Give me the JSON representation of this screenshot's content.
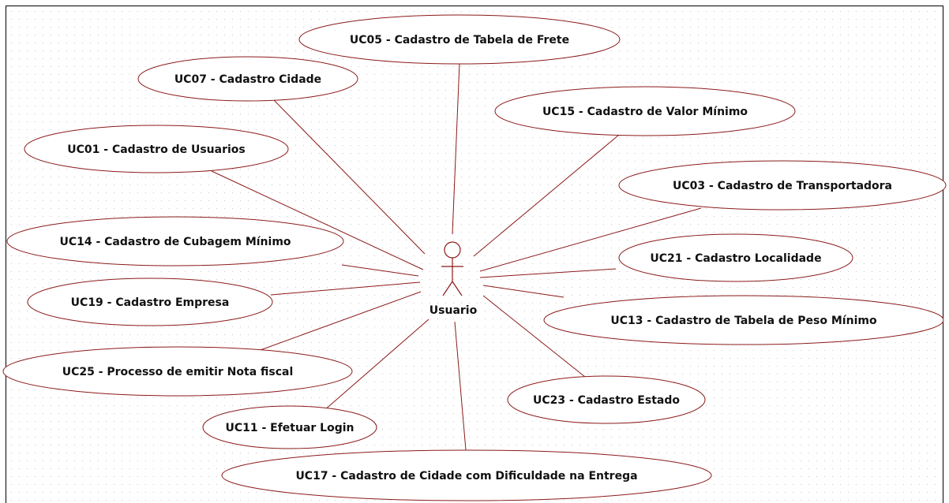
{
  "diagram": {
    "actor": {
      "label": "Usuario"
    },
    "use_cases": [
      {
        "id": "uc05",
        "label": "UC05 - Cadastro de Tabela de Frete"
      },
      {
        "id": "uc07",
        "label": "UC07 - Cadastro Cidade"
      },
      {
        "id": "uc15",
        "label": "UC15 - Cadastro de Valor Mínimo"
      },
      {
        "id": "uc01",
        "label": "UC01 - Cadastro de Usuarios"
      },
      {
        "id": "uc03",
        "label": "UC03 - Cadastro de Transportadora"
      },
      {
        "id": "uc14",
        "label": "UC14 - Cadastro de Cubagem Mínimo"
      },
      {
        "id": "uc21",
        "label": "UC21 - Cadastro Localidade"
      },
      {
        "id": "uc19",
        "label": "UC19 - Cadastro Empresa"
      },
      {
        "id": "uc13",
        "label": "UC13 - Cadastro de Tabela de Peso Mínimo"
      },
      {
        "id": "uc25",
        "label": "UC25 - Processo de emitir Nota fiscal"
      },
      {
        "id": "uc23",
        "label": "UC23 - Cadastro Estado"
      },
      {
        "id": "uc11",
        "label": "UC11 - Efetuar Login"
      },
      {
        "id": "uc17",
        "label": "UC17 - Cadastro de Cidade com Dificuldade na Entrega"
      }
    ]
  },
  "colors": {
    "stroke": "#8b1a1a",
    "grid_dot": "#c8c8c8",
    "text": "#111111",
    "background": "#ffffff",
    "frame": "#000000"
  }
}
